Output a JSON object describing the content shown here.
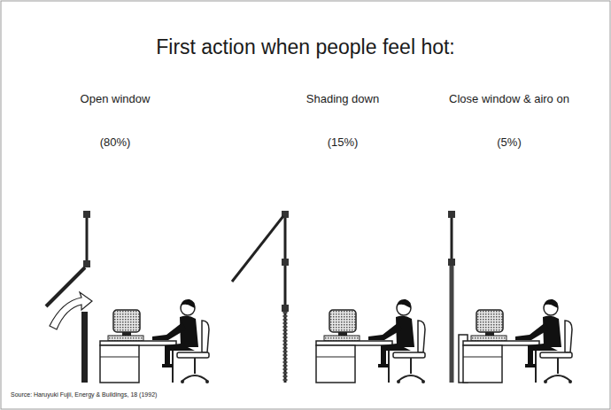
{
  "diagram": {
    "title": "First action when people feel hot:",
    "labels": [
      "Open window",
      "(80%)",
      "Shading down",
      "(15%)",
      "Close window & airo on",
      "(5%)",
      "Source: Haruyuki Fujii, Energy & Buildings, 18 (1992)"
    ]
  }
}
